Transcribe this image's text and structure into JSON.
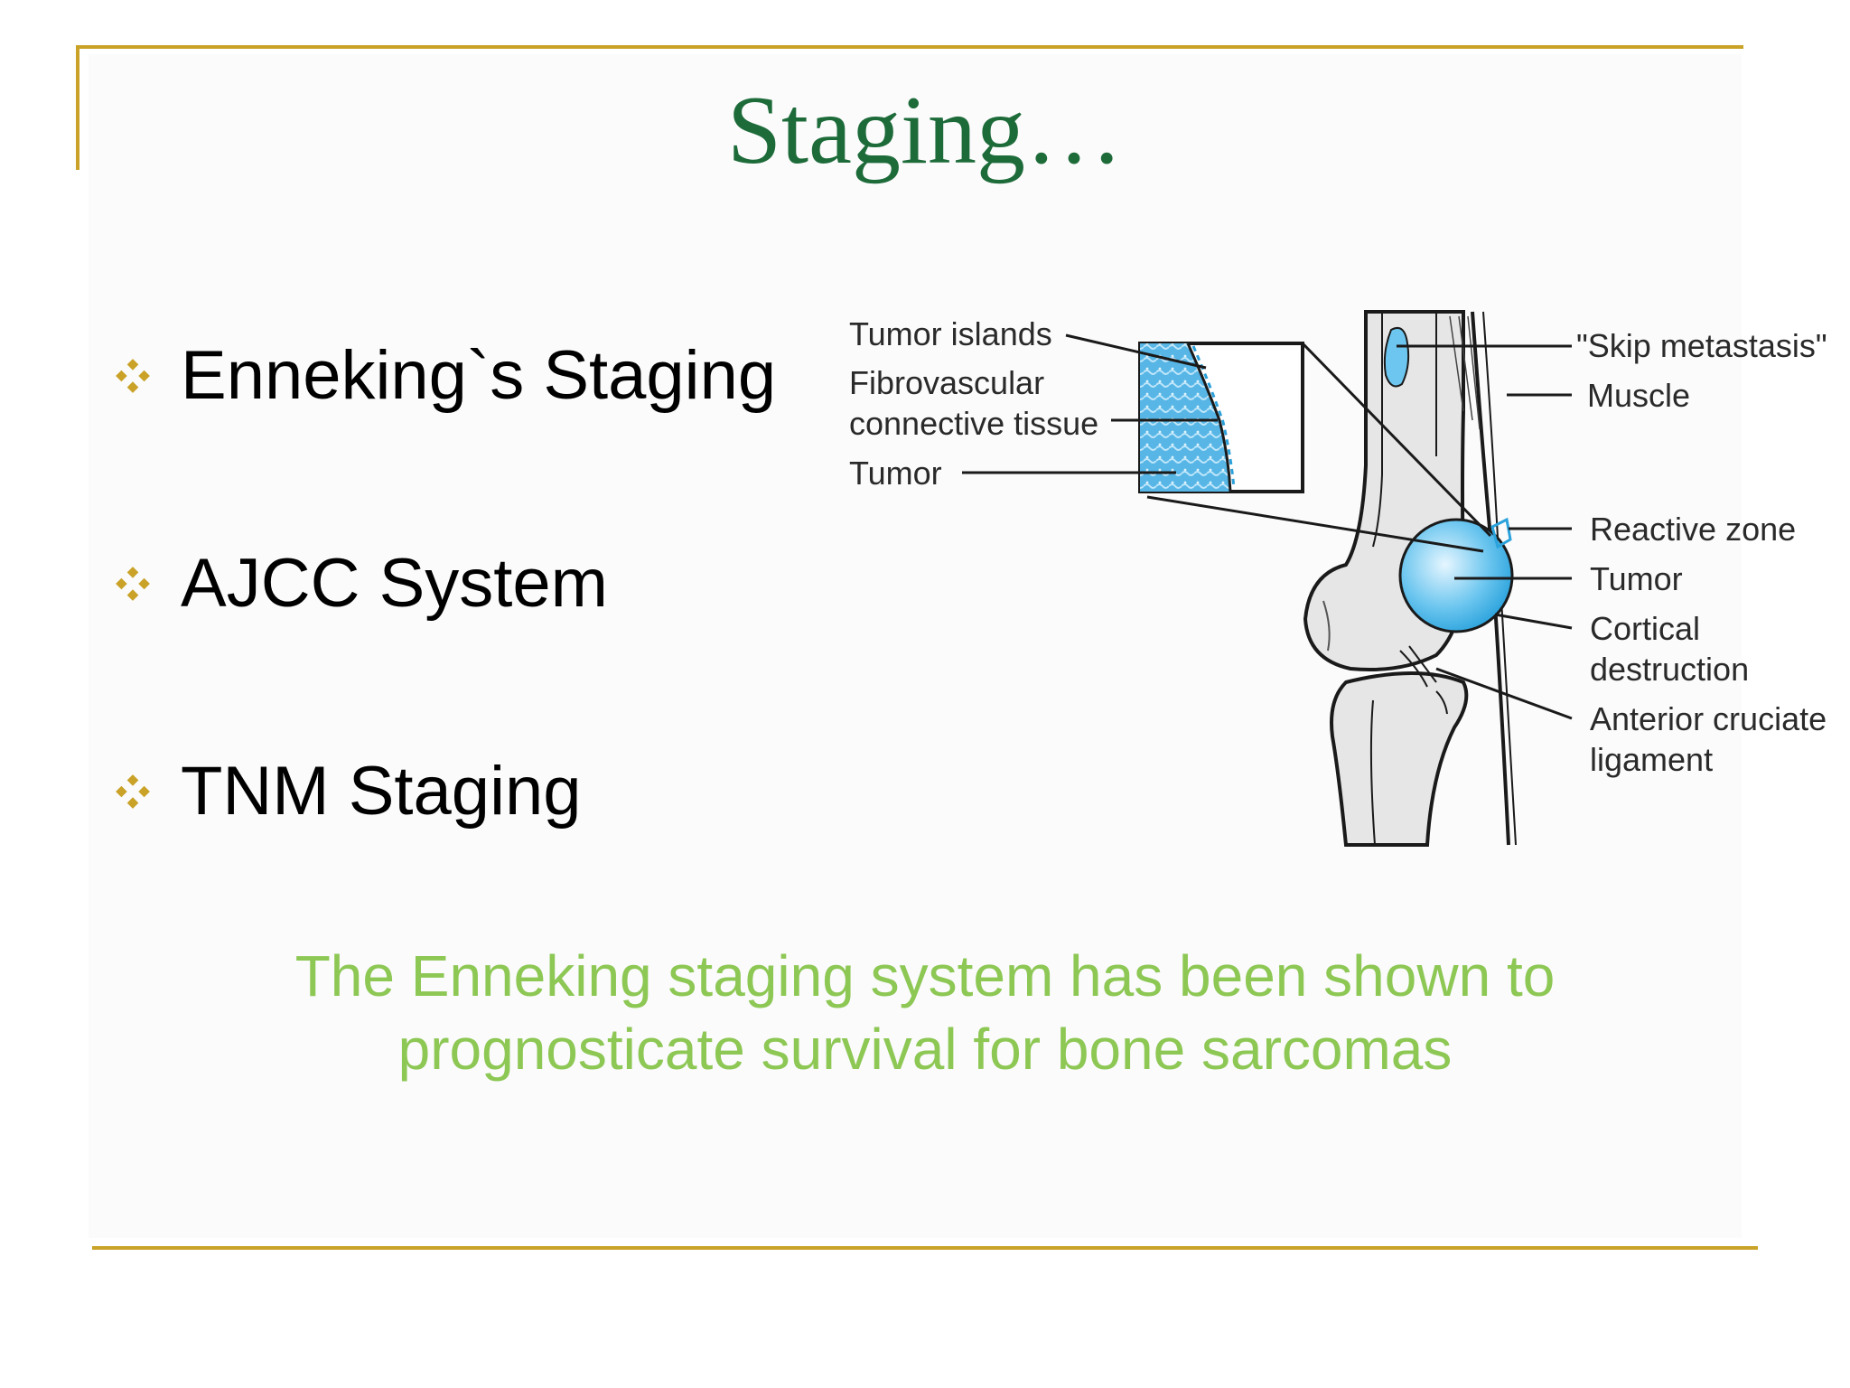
{
  "slide": {
    "title": "Staging…",
    "bullets": [
      {
        "label": "Enneking`s Staging"
      },
      {
        "label": "AJCC System"
      },
      {
        "label": "TNM Staging"
      }
    ],
    "note_lines": [
      "The Enneking staging system has been shown to",
      "prognosticate survival for bone sarcomas"
    ]
  },
  "diagram": {
    "labels_left": [
      "Tumor islands",
      "Fibrovascular",
      "connective tissue",
      "Tumor"
    ],
    "labels_right": [
      "\"Skip metastasis\"",
      "Muscle",
      "Reactive zone",
      "Tumor",
      "Cortical",
      "destruction",
      "Anterior cruciate",
      "ligament"
    ]
  },
  "colors": {
    "frame": "#c9a227",
    "title": "#1e6b3a",
    "bullet_mark": "#c9a227",
    "note_text": "#8dc754",
    "tumor": "#4fb9e8"
  },
  "icons": {
    "bullet": "four-diamond-bullet-icon"
  }
}
